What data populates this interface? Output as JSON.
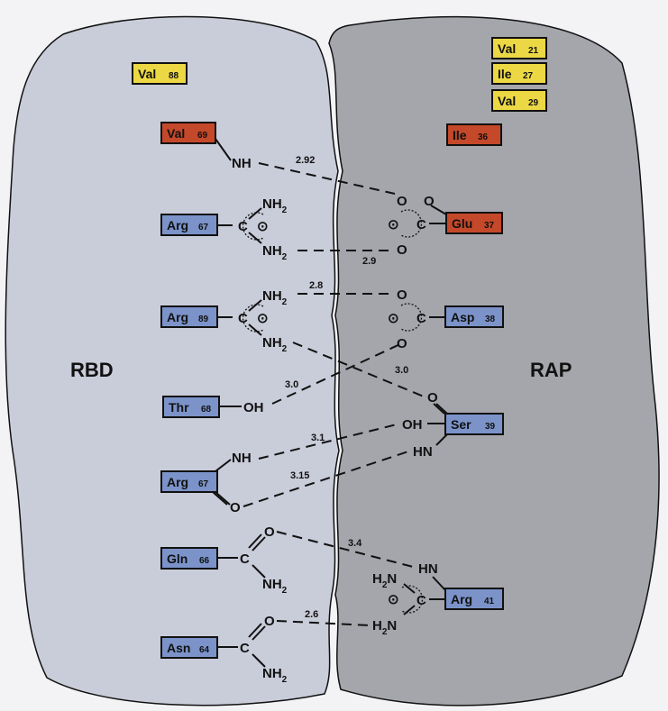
{
  "labels": {
    "left": "RBD",
    "right": "RAP"
  },
  "colors": {
    "rbd_fill": "#c9ccd9",
    "rap_fill": "#a4a6ac",
    "hydrophobic": "#ecd844",
    "polar": "#7b93c9",
    "charged": "#c4482a",
    "outline": "#111111"
  },
  "residues": {
    "val88": {
      "name": "Val",
      "num": "88"
    },
    "val69": {
      "name": "Val",
      "num": "69"
    },
    "arg67a": {
      "name": "Arg",
      "num": "67"
    },
    "arg89": {
      "name": "Arg",
      "num": "89"
    },
    "thr68": {
      "name": "Thr",
      "num": "68"
    },
    "arg67b": {
      "name": "Arg",
      "num": "67"
    },
    "gln66": {
      "name": "Gln",
      "num": "66"
    },
    "asn64": {
      "name": "Asn",
      "num": "64"
    },
    "val21": {
      "name": "Val",
      "num": "21"
    },
    "ile27": {
      "name": "Ile",
      "num": "27"
    },
    "val29": {
      "name": "Val",
      "num": "29"
    },
    "ile36": {
      "name": "Ile",
      "num": "36"
    },
    "glu37": {
      "name": "Glu",
      "num": "37"
    },
    "asp38": {
      "name": "Asp",
      "num": "38"
    },
    "ser39": {
      "name": "Ser",
      "num": "39"
    },
    "arg41": {
      "name": "Arg",
      "num": "41"
    }
  },
  "atoms": {
    "nh": "NH",
    "n": "N",
    "h": "H",
    "two": "2",
    "c": "C",
    "o": "O",
    "oh": "OH",
    "hn": "HN",
    "charge": "⊙"
  },
  "distances": [
    "2.92",
    "2.9",
    "2.8",
    "3.0",
    "3.0",
    "3.1",
    "3.15",
    "3.4",
    "2.6"
  ]
}
